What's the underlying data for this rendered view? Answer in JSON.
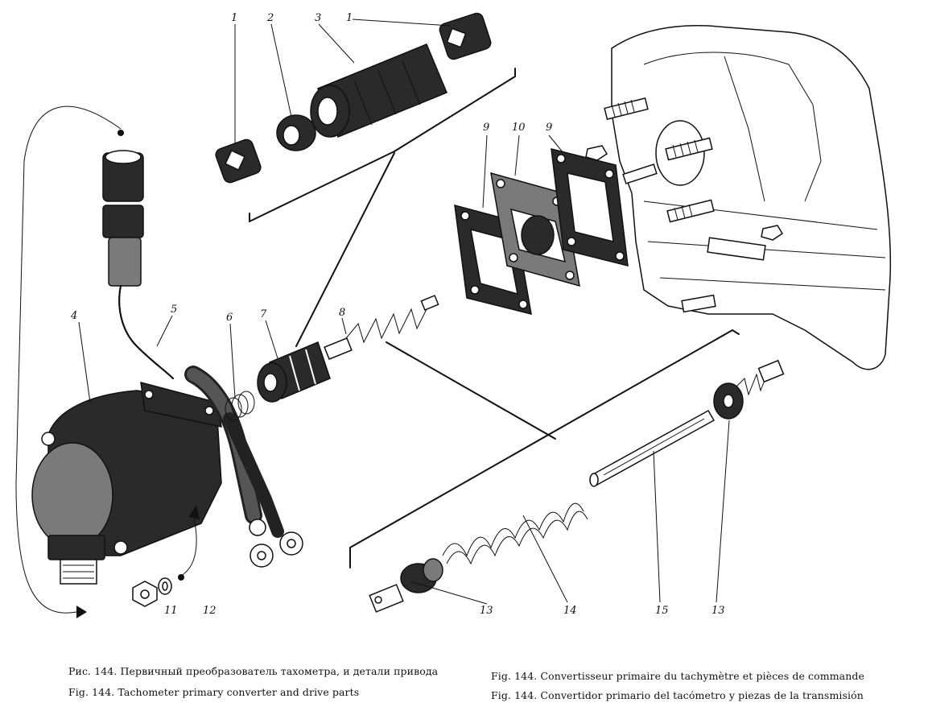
{
  "captions": {
    "russian": "Рис. 144. Первичный преобразователь тахометра, и детали привода",
    "english": "Fig. 144. Tachometer primary converter and drive parts",
    "french": "Fig. 144. Convertisseur primaire du tachymètre et pièces de commande",
    "spanish": "Fig. 144. Convertidor primario del tacómetro y piezas de la transmisión"
  },
  "callouts": {
    "c1a": "1",
    "c2": "2",
    "c3": "3",
    "c1b": "1",
    "c4": "4",
    "c5": "5",
    "c6": "6",
    "c7": "7",
    "c8": "8",
    "c9a": "9",
    "c10": "10",
    "c9b": "9",
    "c11": "11",
    "c12": "12",
    "c13a": "13",
    "c14": "14",
    "c15": "15",
    "c13b": "13"
  }
}
